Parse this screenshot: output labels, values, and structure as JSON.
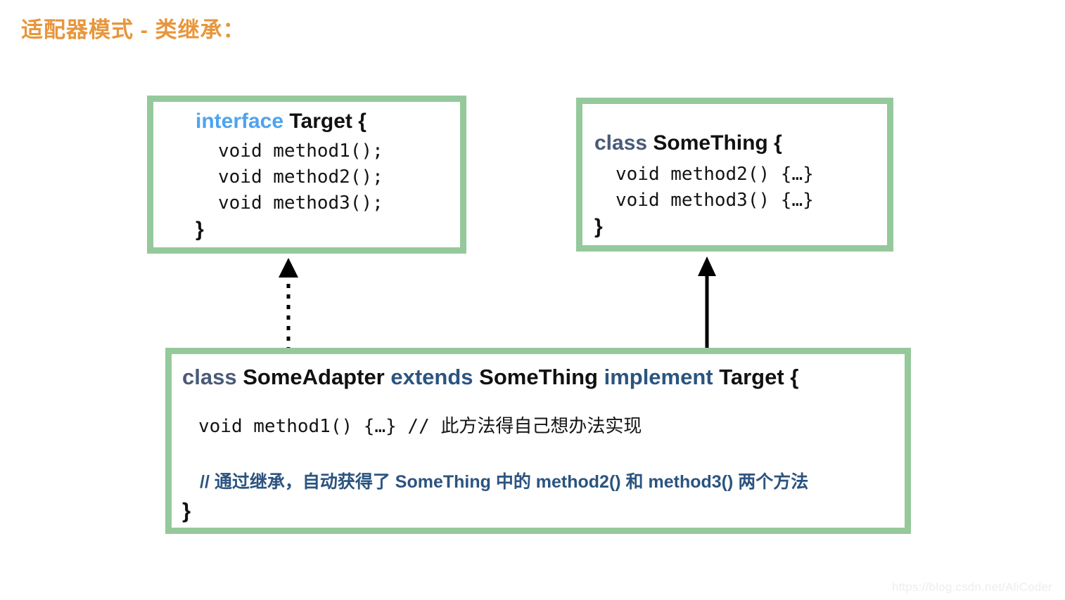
{
  "slide": {
    "title": "适配器模式 - 类继承："
  },
  "target_box": {
    "keyword": "interface",
    "name": "Target",
    "open_brace": "{",
    "methods": [
      "void method1();",
      "void method2();",
      "void method3();"
    ],
    "close_brace": "}"
  },
  "something_box": {
    "keyword": "class",
    "name": "SomeThing",
    "open_brace": "{",
    "methods": [
      "void method2() {…}",
      "void method3() {…}"
    ],
    "close_brace": "}"
  },
  "adapter_box": {
    "keyword_class": "class",
    "name": "SomeAdapter",
    "keyword_extends": "extends",
    "super_class": "SomeThing",
    "keyword_implement": "implement",
    "interface_name": "Target",
    "open_brace": "{",
    "method_line": "void method1() {…} // 此方法得自己想办法实现",
    "comment_line": "// 通过继承，自动获得了 SomeThing 中的 method2() 和 method3() 两个方法",
    "close_brace": "}"
  },
  "arrows": [
    {
      "name": "realization-arrow",
      "from": "SomeAdapter",
      "to": "Target",
      "style": "dotted",
      "head": "solid-triangle",
      "meaning": "implement"
    },
    {
      "name": "inheritance-arrow",
      "from": "SomeAdapter",
      "to": "SomeThing",
      "style": "solid",
      "head": "solid-triangle",
      "meaning": "extends"
    }
  ],
  "watermark": {
    "text": "https://blog.csdn.net/AliCoder"
  },
  "colors": {
    "title_orange": "#E8963C",
    "box_green": "#95C99C",
    "interface_blue": "#4FA3EE",
    "class_slate": "#4A5A77",
    "steel_blue": "#2B5480",
    "ink": "#111111",
    "watermark_gray": "#EDEDED"
  }
}
